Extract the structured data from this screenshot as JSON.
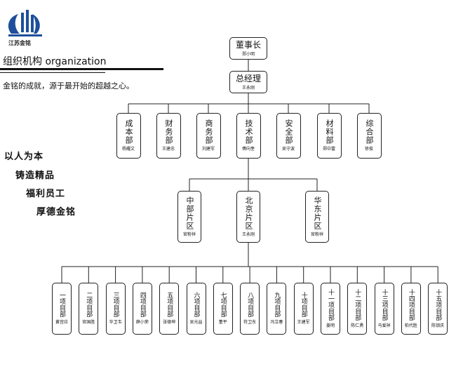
{
  "brand": {
    "name": "江苏金铭",
    "logo": "company-logo-mark"
  },
  "header": {
    "section_title": "组织机构 organization",
    "slogan": "金铭的成就，源于最开始的超越之心。"
  },
  "mottos": [
    "以人为本",
    "铸造精品",
    "福利员工",
    "厚德金铭"
  ],
  "colors": {
    "brand_blue": "#1d4f9b",
    "line": "#222222"
  },
  "org": {
    "chairman": {
      "title": "董事长",
      "name": "郑小明"
    },
    "gm": {
      "title": "总经理",
      "name": "王永刚"
    },
    "departments": [
      {
        "title": "成本部",
        "name": "杨耀文"
      },
      {
        "title": "财务部",
        "name": "王建忠"
      },
      {
        "title": "商务部",
        "name": "刘建军"
      },
      {
        "title": "技术部",
        "name": "傅向奎"
      },
      {
        "title": "安全部",
        "name": "吴守波"
      },
      {
        "title": "材料部",
        "name": "郑中富"
      },
      {
        "title": "综合部",
        "name": "徐俊"
      }
    ],
    "regions": [
      {
        "title": "中部片区",
        "name": "官粉祥"
      },
      {
        "title": "北京片区",
        "name": "王永刚"
      },
      {
        "title": "华东片区",
        "name": "官粉祥"
      }
    ],
    "projects": [
      {
        "title": "一项目部",
        "name": "黄宫应"
      },
      {
        "title": "二项目部",
        "name": "官国胜"
      },
      {
        "title": "三项目部",
        "name": "华卫韦"
      },
      {
        "title": "四项目部",
        "name": "薛小荣"
      },
      {
        "title": "五项目部",
        "name": "张德坤"
      },
      {
        "title": "六项目部",
        "name": "吴光益"
      },
      {
        "title": "七项目部",
        "name": "董平"
      },
      {
        "title": "八项目部",
        "name": "符卫东"
      },
      {
        "title": "九项目部",
        "name": "冯立春"
      },
      {
        "title": "十项目部",
        "name": "王建军"
      },
      {
        "title": "十一项目部",
        "name": "姜明"
      },
      {
        "title": "十二项目部",
        "name": "陈仁勇"
      },
      {
        "title": "十三项目部",
        "name": "马爱祥"
      },
      {
        "title": "十四项目部",
        "name": "柏代胜"
      },
      {
        "title": "十五项目部",
        "name": "陈锁庆"
      }
    ]
  }
}
